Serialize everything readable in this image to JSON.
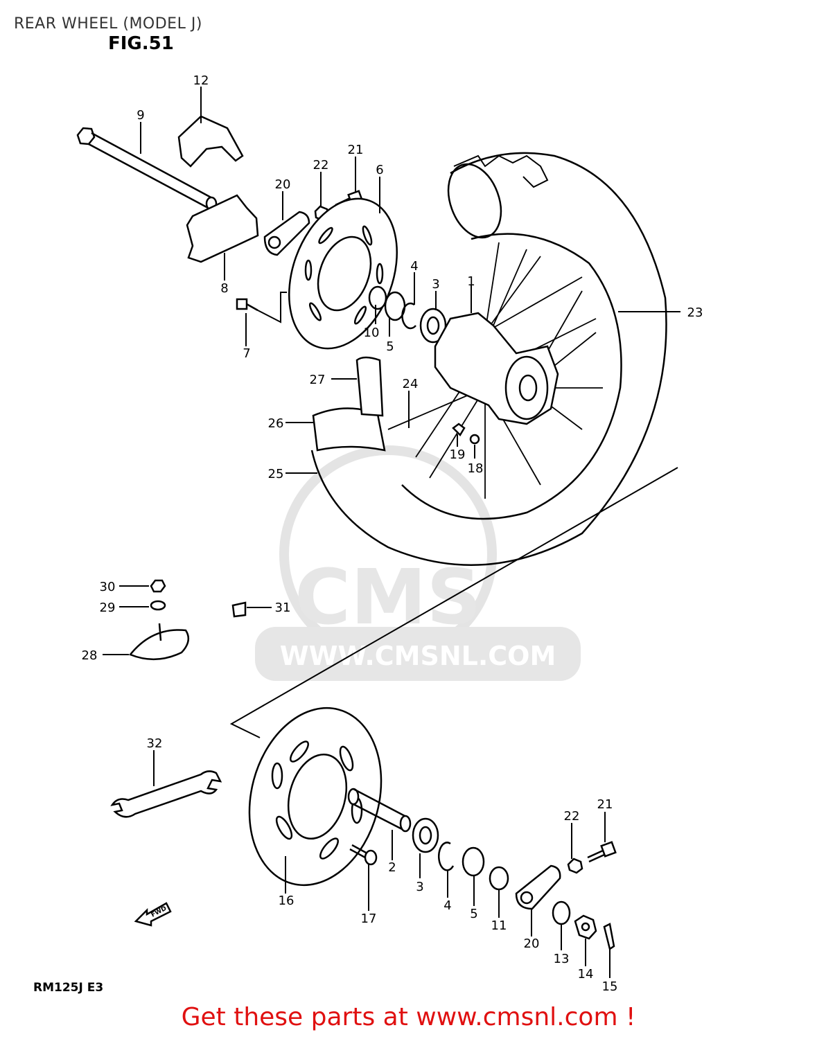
{
  "header": {
    "title": "REAR WHEEL (MODEL J)",
    "figure": "FIG.51"
  },
  "watermark": {
    "logo_text": "CMS",
    "url_text": "WWW.CMSNL.COM",
    "color": "#e4e4e4"
  },
  "fwd_marker": "FWD",
  "footer": {
    "model_code": "RM125J E3",
    "cta": "Get these parts at www.cmsnl.com !",
    "cta_color": "#e01010"
  },
  "callouts": [
    {
      "id": "c12",
      "label": "12"
    },
    {
      "id": "c9",
      "label": "9"
    },
    {
      "id": "c21a",
      "label": "21"
    },
    {
      "id": "c22a",
      "label": "22"
    },
    {
      "id": "c6",
      "label": "6"
    },
    {
      "id": "c20a",
      "label": "20"
    },
    {
      "id": "c8",
      "label": "8"
    },
    {
      "id": "c7",
      "label": "7"
    },
    {
      "id": "c4a",
      "label": "4"
    },
    {
      "id": "c3a",
      "label": "3"
    },
    {
      "id": "c1",
      "label": "1"
    },
    {
      "id": "c10",
      "label": "10"
    },
    {
      "id": "c5a",
      "label": "5"
    },
    {
      "id": "c23",
      "label": "23"
    },
    {
      "id": "c27",
      "label": "27"
    },
    {
      "id": "c24",
      "label": "24"
    },
    {
      "id": "c26",
      "label": "26"
    },
    {
      "id": "c19",
      "label": "19"
    },
    {
      "id": "c18",
      "label": "18"
    },
    {
      "id": "c25",
      "label": "25"
    },
    {
      "id": "c30",
      "label": "30"
    },
    {
      "id": "c29",
      "label": "29"
    },
    {
      "id": "c31",
      "label": "31"
    },
    {
      "id": "c28",
      "label": "28"
    },
    {
      "id": "c32",
      "label": "32"
    },
    {
      "id": "c21b",
      "label": "21"
    },
    {
      "id": "c22b",
      "label": "22"
    },
    {
      "id": "c2",
      "label": "2"
    },
    {
      "id": "c16",
      "label": "16"
    },
    {
      "id": "c3b",
      "label": "3"
    },
    {
      "id": "c4b",
      "label": "4"
    },
    {
      "id": "c5b",
      "label": "5"
    },
    {
      "id": "c11",
      "label": "11"
    },
    {
      "id": "c17",
      "label": "17"
    },
    {
      "id": "c20b",
      "label": "20"
    },
    {
      "id": "c13",
      "label": "13"
    },
    {
      "id": "c14",
      "label": "14"
    },
    {
      "id": "c15",
      "label": "15"
    }
  ]
}
